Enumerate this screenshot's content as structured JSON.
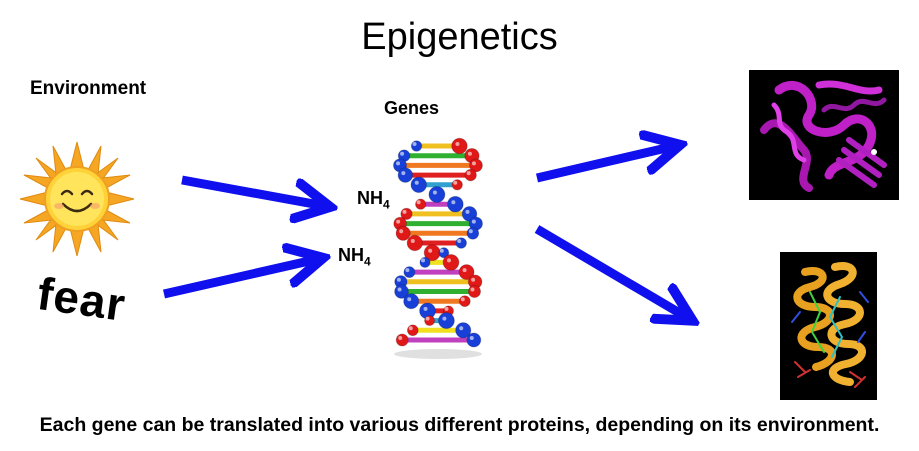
{
  "title": "Epigenetics",
  "environment_label": "Environment",
  "genes_label": "Genes",
  "fear_text": "fear",
  "nh4": {
    "base": "NH",
    "subscript": "4"
  },
  "caption": "Each gene can be translated into various different proteins, depending on its environment.",
  "colors": {
    "arrow": "#1010ee",
    "sun_rays": "#f5a623",
    "sun_face": "#ffd23a",
    "protein1": "#c020c8",
    "protein2": "#e8a020",
    "dna_backbone_a": "#e01818",
    "dna_backbone_b": "#1840d8"
  },
  "icons": [
    "sun-smiley-icon",
    "dna-helix-icon",
    "protein-structure-icon"
  ]
}
